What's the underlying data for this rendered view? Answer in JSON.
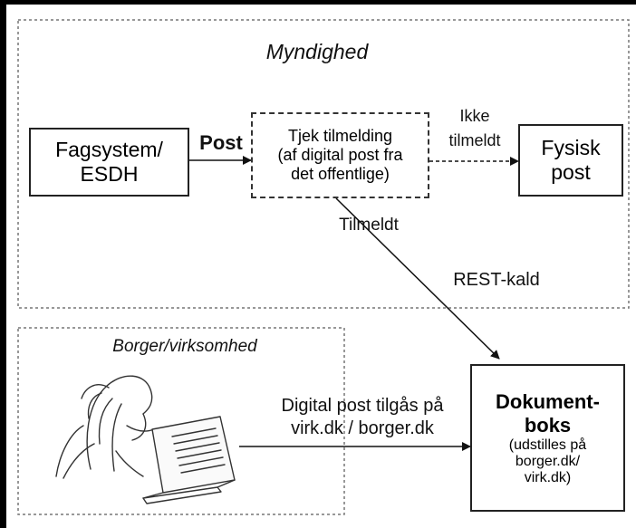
{
  "regions": {
    "authority_label": "Myndighed",
    "citizen_label": "Borger/virksomhed"
  },
  "nodes": {
    "fagsystem": {
      "line1": "Fagsystem/",
      "line2": "ESDH"
    },
    "check": {
      "line1": "Tjek tilmelding",
      "line2": "(af digital post fra",
      "line3": "det offentlige)"
    },
    "fysisk": {
      "line1": "Fysisk",
      "line2": "post"
    },
    "dokumentboks": {
      "line1": "Dokument-",
      "line2": "boks",
      "line3": "(udstilles på",
      "line4": "borger.dk/",
      "line5": "virk.dk)"
    }
  },
  "edges": {
    "post": "Post",
    "ikke_line1": "Ikke",
    "ikke_line2": "tilmeldt",
    "tilmeldt": "Tilmeldt",
    "rest": "REST-kald",
    "digital_line1": "Digital post tilgås på",
    "digital_line2": "virk.dk / borger.dk"
  },
  "icons": {
    "person": "person-reading-laptop-icon"
  }
}
